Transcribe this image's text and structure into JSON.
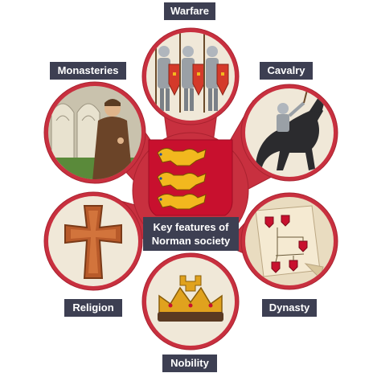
{
  "center": {
    "title_line1": "Key features of",
    "title_line2": "Norman society"
  },
  "features": {
    "warfare": "Warfare",
    "cavalry": "Cavalry",
    "monasteries": "Monasteries",
    "religion": "Religion",
    "dynasty": "Dynasty",
    "nobility": "Nobility"
  },
  "colors": {
    "petal": "#c8303f",
    "petal_edge": "#a9222f",
    "label_bg": "#3d3f52",
    "shield": "#c8102e",
    "lion": "#f2b81e"
  },
  "icons": {
    "warfare": "soldiers-icon",
    "cavalry": "knight-on-horse-icon",
    "monasteries": "monk-icon",
    "religion": "cross-icon",
    "dynasty": "family-tree-scroll-icon",
    "nobility": "crown-icon",
    "center": "three-lions-shield-icon"
  }
}
